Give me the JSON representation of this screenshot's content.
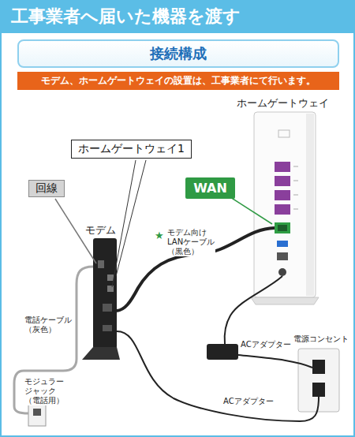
{
  "diagram": {
    "title": "工事業者へ届いた機器を渡す",
    "nodes": [
      {
        "text": [
          "接続構成"
        ]
      },
      {
        "text": [
          "モデム、ホームゲートウェイの設置は、工事業者にて行います。"
        ]
      },
      {
        "text": [
          "ホームゲートウェイ1"
        ]
      },
      {
        "text": [
          "回線"
        ]
      },
      {
        "text": [
          "WAN"
        ]
      }
    ],
    "labels": [
      "ホームゲートウェイ",
      "モデム",
      "★",
      "モデム向け LANケーブル（黒色）",
      "電話ケーブル （灰色）",
      "ACアダプター",
      "電源コンセント",
      "モジュラー ジャック（電話用）",
      "ACアダプター"
    ]
  }
}
